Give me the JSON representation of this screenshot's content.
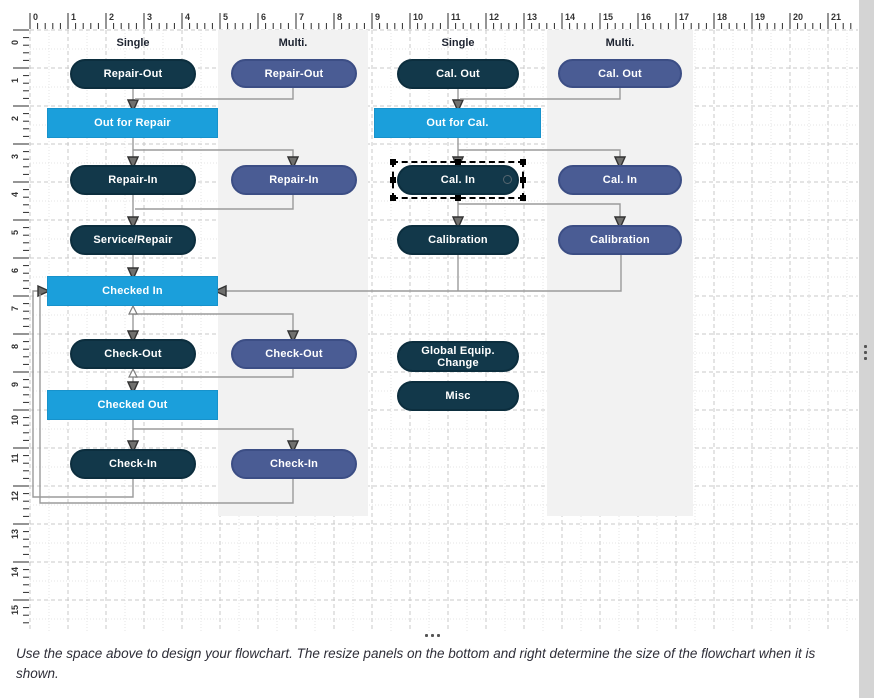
{
  "columns": [
    {
      "label": "Single"
    },
    {
      "label": "Multi."
    },
    {
      "label": "Single"
    },
    {
      "label": "Multi."
    }
  ],
  "nodes": [
    {
      "label": "Repair-Out",
      "style": "single"
    },
    {
      "label": "Repair-Out",
      "style": "multi"
    },
    {
      "label": "Out for Repair",
      "style": "status"
    },
    {
      "label": "Repair-In",
      "style": "single"
    },
    {
      "label": "Repair-In",
      "style": "multi"
    },
    {
      "label": "Service/Repair",
      "style": "single"
    },
    {
      "label": "Checked In",
      "style": "status"
    },
    {
      "label": "Check-Out",
      "style": "single"
    },
    {
      "label": "Check-Out",
      "style": "multi"
    },
    {
      "label": "Checked Out",
      "style": "status"
    },
    {
      "label": "Check-In",
      "style": "single"
    },
    {
      "label": "Check-In",
      "style": "multi"
    },
    {
      "label": "Cal. Out",
      "style": "single"
    },
    {
      "label": "Cal. Out",
      "style": "multi"
    },
    {
      "label": "Out for Cal.",
      "style": "status"
    },
    {
      "label": "Cal. In",
      "style": "single",
      "selected": true
    },
    {
      "label": "Cal. In",
      "style": "multi"
    },
    {
      "label": "Calibration",
      "style": "single"
    },
    {
      "label": "Calibration",
      "style": "multi"
    },
    {
      "label": "Global Equip. Change",
      "style": "single"
    },
    {
      "label": "Misc",
      "style": "single"
    }
  ],
  "ruler": {
    "h_labels": [
      "0",
      "1",
      "2",
      "3",
      "4",
      "5",
      "6",
      "7",
      "8",
      "9",
      "10",
      "11",
      "12",
      "13",
      "14",
      "15",
      "16",
      "17",
      "18",
      "19",
      "20",
      "21"
    ],
    "v_labels": [
      "0",
      "1",
      "2",
      "3",
      "4",
      "5",
      "6",
      "7",
      "8",
      "9",
      "10",
      "11",
      "12",
      "13",
      "14",
      "15"
    ]
  },
  "footer": {
    "instruction": "Use the space above to design your flowchart.  The resize panels on the bottom and right determine the size of the flowchart when it is shown."
  },
  "icons": {
    "bottom_resize": "ellipsis-horizontal-dots",
    "right_resize": "ellipsis-vertical-dots"
  },
  "colors": {
    "node_single": "#12384a",
    "node_multi": "#4a5c94",
    "node_status": "#1b9fdb",
    "panel": "#f2f2f2",
    "connector": "#9b9b9b",
    "selection": "#000000",
    "resize_strip": "#d4d4d4"
  }
}
